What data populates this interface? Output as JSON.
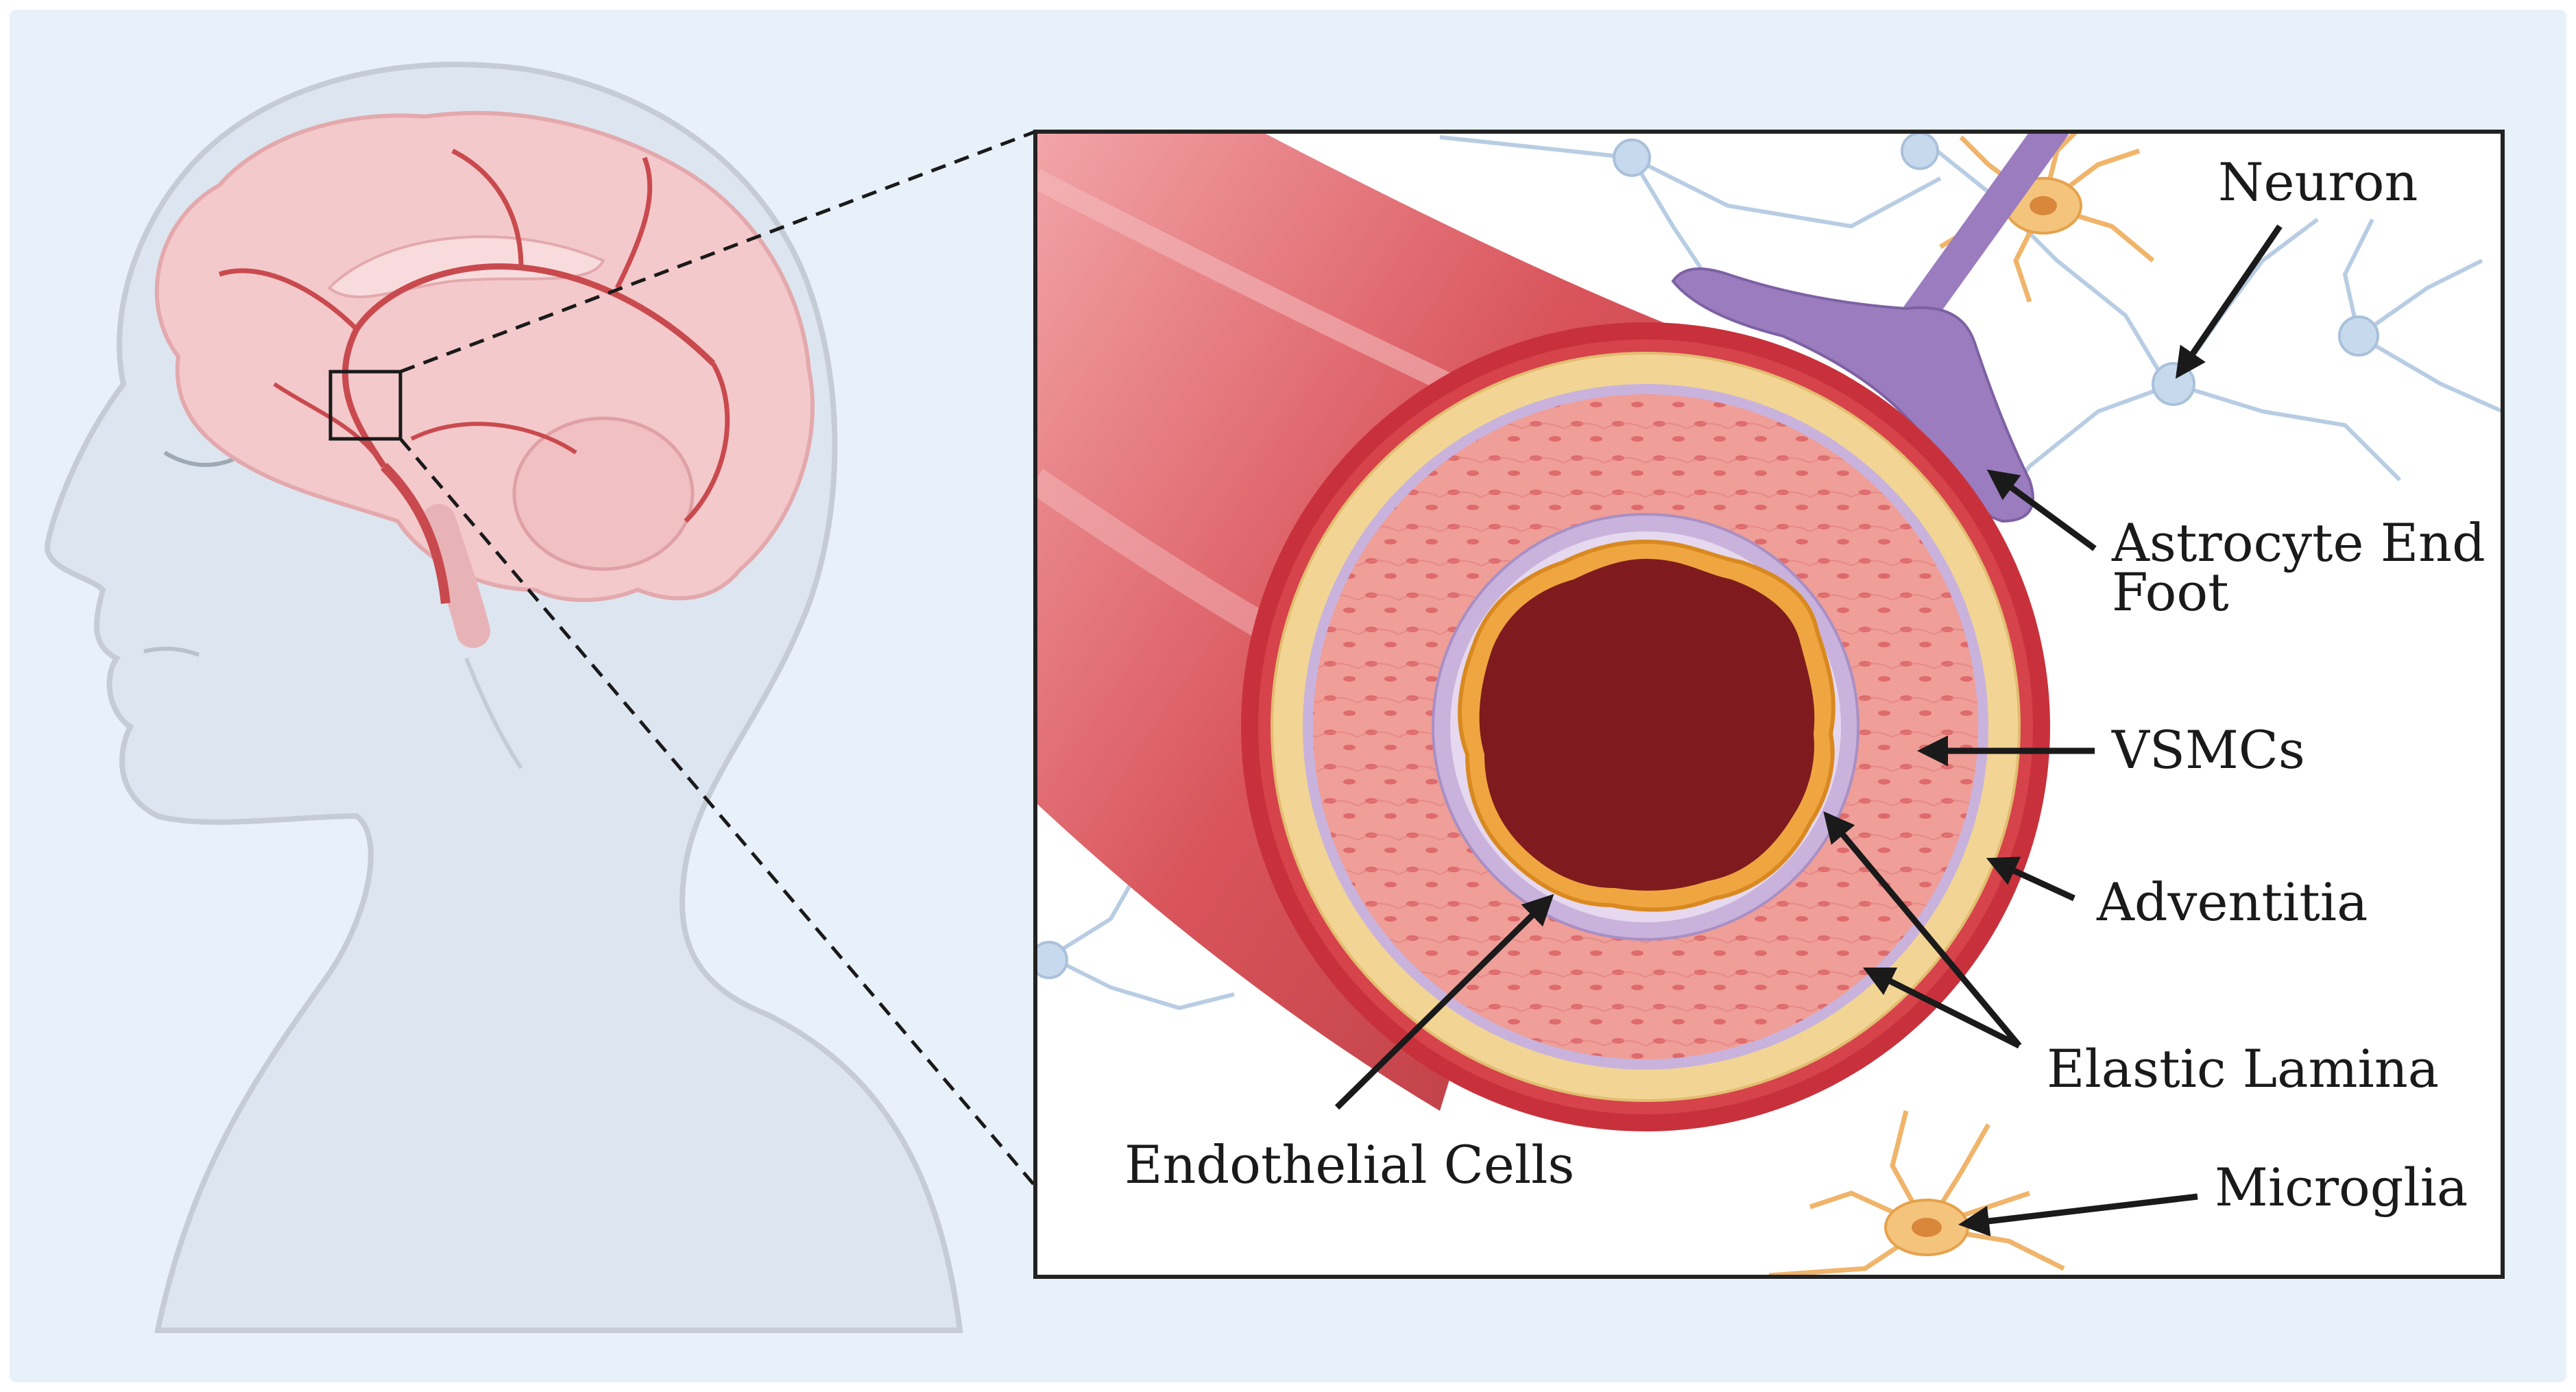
{
  "labels": {
    "neuron": "Neuron",
    "astrocyte_line1": "Astrocyte End",
    "astrocyte_line2": "Foot",
    "vsmcs": "VSMCs",
    "adventitia": "Adventitia",
    "elastic_lamina": "Elastic Lamina",
    "microglia": "Microglia",
    "endothelial": "Endothelial Cells"
  },
  "colors": {
    "background": "#e8f0fa",
    "head_fill": "#dde6f0",
    "head_outline": "#c5ccd6",
    "brain_fill": "#f4c9cb",
    "artery": "#c94a4e",
    "adventitia": "#c8313b",
    "collagen": "#f2d594",
    "media": "#ef9e98",
    "elastic": "#c9b3dc",
    "endothelium": "#f0a640",
    "lumen": "#7f1b1e",
    "astrocyte": "#9a7cbf",
    "neuron": "#b8cde3",
    "microglia": "#f0b46a",
    "panel_border": "#222222",
    "arrow": "#1a1a1a"
  }
}
